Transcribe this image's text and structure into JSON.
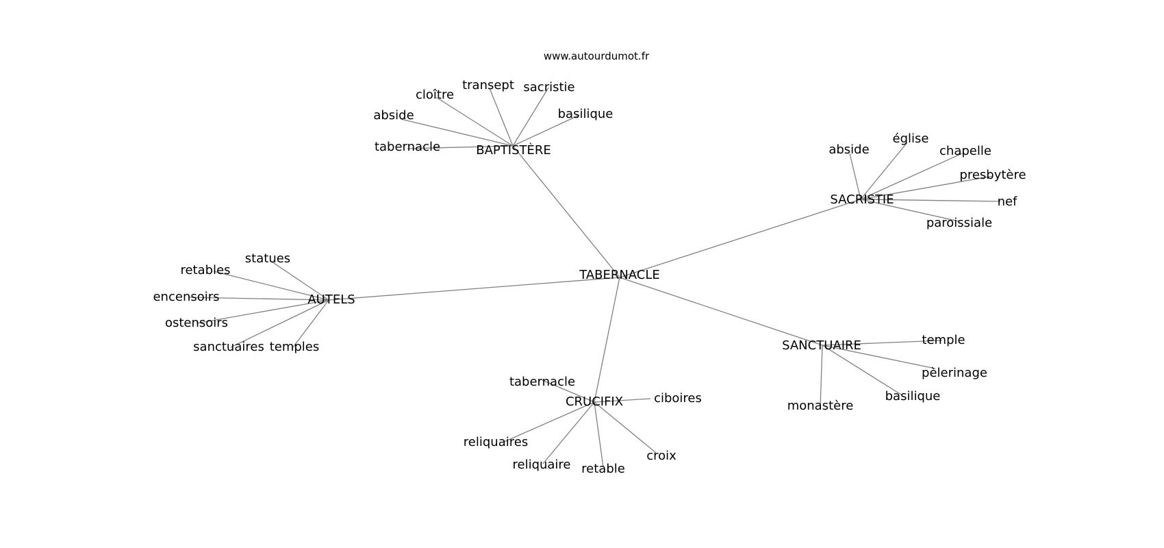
{
  "header": {
    "site": "www.autourdumot.fr"
  },
  "graph": {
    "edge_color": "#808080",
    "text_color": "#000000",
    "background": "#ffffff",
    "nodes": [
      {
        "id": "n0",
        "label": "TABERNACLE"
      },
      {
        "id": "n1",
        "label": "BAPTISTÈRE"
      },
      {
        "id": "n2",
        "label": "SACRISTIE"
      },
      {
        "id": "n3",
        "label": "AUTELS"
      },
      {
        "id": "n4",
        "label": "SANCTUAIRE"
      },
      {
        "id": "n5",
        "label": "CRUCIFIX"
      },
      {
        "id": "n6",
        "label": "cloître"
      },
      {
        "id": "n7",
        "label": "transept"
      },
      {
        "id": "n8",
        "label": "sacristie"
      },
      {
        "id": "n9",
        "label": "abside"
      },
      {
        "id": "n10",
        "label": "basilique"
      },
      {
        "id": "n11",
        "label": "tabernacle"
      },
      {
        "id": "n12",
        "label": "abside"
      },
      {
        "id": "n13",
        "label": "église"
      },
      {
        "id": "n14",
        "label": "chapelle"
      },
      {
        "id": "n15",
        "label": "presbytère"
      },
      {
        "id": "n16",
        "label": "nef"
      },
      {
        "id": "n17",
        "label": "paroissiale"
      },
      {
        "id": "n18",
        "label": "statues"
      },
      {
        "id": "n19",
        "label": "retables"
      },
      {
        "id": "n20",
        "label": "encensoirs"
      },
      {
        "id": "n21",
        "label": "ostensoirs"
      },
      {
        "id": "n22",
        "label": "sanctuaires"
      },
      {
        "id": "n23",
        "label": "temples"
      },
      {
        "id": "n24",
        "label": "temple"
      },
      {
        "id": "n25",
        "label": "pèlerinage"
      },
      {
        "id": "n26",
        "label": "basilique"
      },
      {
        "id": "n27",
        "label": "monastère"
      },
      {
        "id": "n28",
        "label": "tabernacle"
      },
      {
        "id": "n29",
        "label": "ciboires"
      },
      {
        "id": "n30",
        "label": "reliquaires"
      },
      {
        "id": "n31",
        "label": "reliquaire"
      },
      {
        "id": "n32",
        "label": "retable"
      },
      {
        "id": "n33",
        "label": "croix"
      }
    ],
    "edges": [
      [
        "n0",
        "n1"
      ],
      [
        "n0",
        "n2"
      ],
      [
        "n0",
        "n3"
      ],
      [
        "n0",
        "n4"
      ],
      [
        "n0",
        "n5"
      ],
      [
        "n1",
        "n6"
      ],
      [
        "n1",
        "n7"
      ],
      [
        "n1",
        "n8"
      ],
      [
        "n1",
        "n9"
      ],
      [
        "n1",
        "n10"
      ],
      [
        "n1",
        "n11"
      ],
      [
        "n2",
        "n12"
      ],
      [
        "n2",
        "n13"
      ],
      [
        "n2",
        "n14"
      ],
      [
        "n2",
        "n15"
      ],
      [
        "n2",
        "n16"
      ],
      [
        "n2",
        "n17"
      ],
      [
        "n3",
        "n18"
      ],
      [
        "n3",
        "n19"
      ],
      [
        "n3",
        "n20"
      ],
      [
        "n3",
        "n21"
      ],
      [
        "n3",
        "n22"
      ],
      [
        "n3",
        "n23"
      ],
      [
        "n4",
        "n24"
      ],
      [
        "n4",
        "n25"
      ],
      [
        "n4",
        "n26"
      ],
      [
        "n4",
        "n27"
      ],
      [
        "n5",
        "n28"
      ],
      [
        "n5",
        "n29"
      ],
      [
        "n5",
        "n30"
      ],
      [
        "n5",
        "n31"
      ],
      [
        "n5",
        "n32"
      ],
      [
        "n5",
        "n33"
      ]
    ]
  }
}
